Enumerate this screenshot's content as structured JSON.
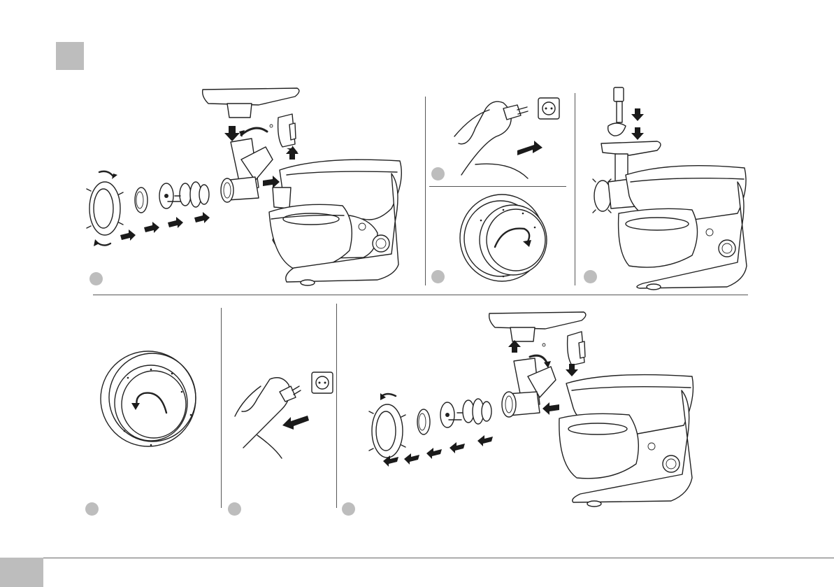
{
  "header": {
    "step_marker": "grey-square"
  },
  "panels": [
    {
      "id": "assemble",
      "badge": "grey-circle",
      "content": "exploded-meat-grinder-attach"
    },
    {
      "id": "plug-in",
      "badge": "grey-circle",
      "content": "hand-plugging-into-socket"
    },
    {
      "id": "dial-clockwise",
      "badge": "grey-circle",
      "content": "speed-dial-turn-clockwise"
    },
    {
      "id": "mincing",
      "badge": "grey-circle",
      "content": "pusher-feeding-meat-grinder"
    },
    {
      "id": "dial-counterclockwise",
      "badge": "grey-circle",
      "content": "speed-dial-turn-counterclockwise"
    },
    {
      "id": "unplug",
      "badge": "grey-circle",
      "content": "hand-unplugging-from-socket"
    },
    {
      "id": "disassemble",
      "badge": "grey-circle",
      "content": "exploded-meat-grinder-detach"
    }
  ],
  "footer": {
    "page_tab": "grey-tab"
  },
  "colors": {
    "badge": "#bdbdbd",
    "line": "#222222",
    "divider": "#555555"
  }
}
